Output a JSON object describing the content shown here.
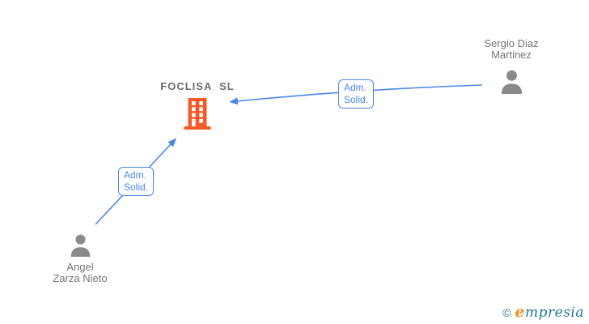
{
  "company": {
    "name": "FOCLISA  SL"
  },
  "persons": [
    {
      "line1": "Sergio Diaz",
      "line2": "Martinez"
    },
    {
      "line1": "Angel",
      "line2": "Zarza Nieto"
    }
  ],
  "edges": [
    {
      "line1": "Adm.",
      "line2": "Solid."
    },
    {
      "line1": "Adm.",
      "line2": "Solid."
    }
  ],
  "watermark": {
    "copyright": "©",
    "brand_e": "e",
    "brand_rest": "mpresia"
  },
  "colors": {
    "edge": "#4a86e8",
    "label": "#4a86e8",
    "building": "#f75b28",
    "person": "#8a8a8a",
    "nodeText": "#757575",
    "companyText": "#6d6e70",
    "logoTeal": "#1f7596",
    "logoOrange": "#f0931f"
  }
}
